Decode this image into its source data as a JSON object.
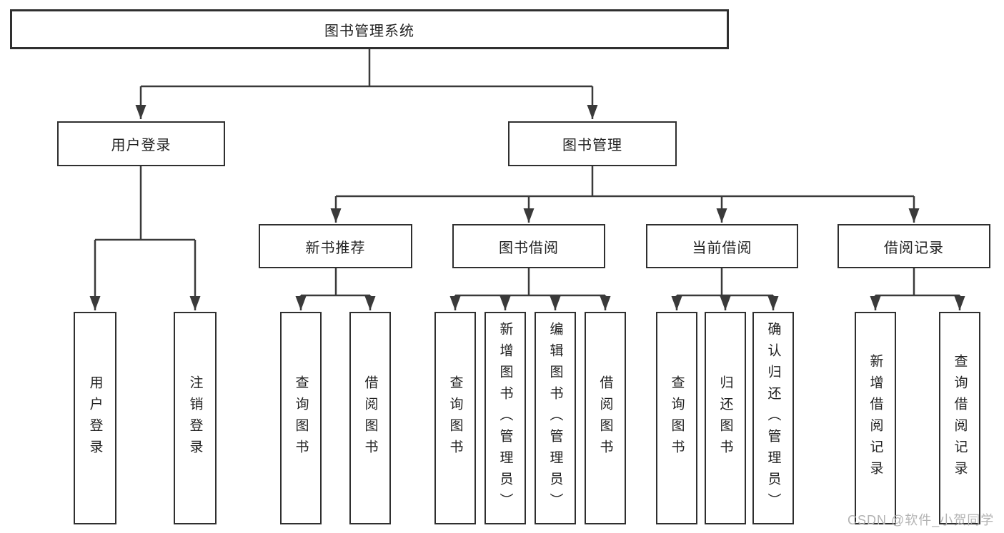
{
  "diagram": {
    "root": {
      "label": "图书管理系统"
    },
    "branches": [
      {
        "label": "用户登录",
        "children": [
          {
            "label": "用户登录"
          },
          {
            "label": "注销登录"
          }
        ]
      },
      {
        "label": "图书管理",
        "children": [
          {
            "label": "新书推荐",
            "children": [
              {
                "label": "查询图书"
              },
              {
                "label": "借阅图书"
              }
            ]
          },
          {
            "label": "图书借阅",
            "children": [
              {
                "label": "查询图书"
              },
              {
                "label": "新增图书（管理员）"
              },
              {
                "label": "编辑图书（管理员）"
              },
              {
                "label": "借阅图书"
              }
            ]
          },
          {
            "label": "当前借阅",
            "children": [
              {
                "label": "查询图书"
              },
              {
                "label": "归还图书"
              },
              {
                "label": "确认归还（管理员）"
              }
            ]
          },
          {
            "label": "借阅记录",
            "children": [
              {
                "label": "新增借阅记录"
              },
              {
                "label": "查询借阅记录"
              }
            ]
          }
        ]
      }
    ]
  },
  "watermark": {
    "text": "CSDN @软件_小贺同学"
  },
  "colors": {
    "line": "#3a3a3a",
    "border": "#2f2f2f",
    "text": "#222222",
    "watermark": "#b3b3b3",
    "background": "#ffffff"
  }
}
